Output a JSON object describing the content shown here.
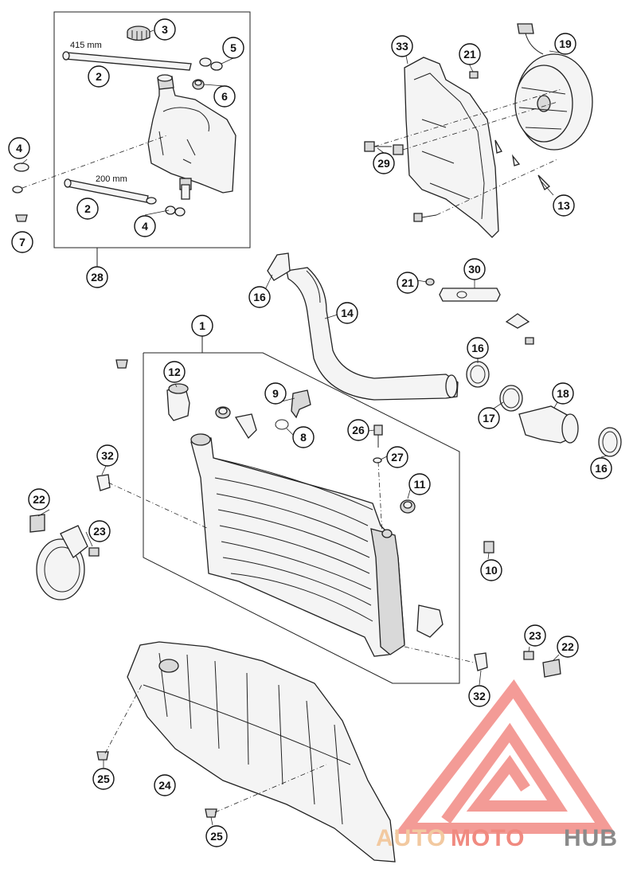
{
  "dimensions": {
    "hose_top": "415 mm",
    "hose_bottom": "200 mm"
  },
  "callouts": {
    "c1": "1",
    "c2a": "2",
    "c2b": "2",
    "c3": "3",
    "c4a": "4",
    "c4b": "4",
    "c5": "5",
    "c6": "6",
    "c7": "7",
    "c8": "8",
    "c9": "9",
    "c10": "10",
    "c11": "11",
    "c12": "12",
    "c13": "13",
    "c14": "14",
    "c16a": "16",
    "c16b": "16",
    "c16c": "16",
    "c17": "17",
    "c18": "18",
    "c19": "19",
    "c21a": "21",
    "c21b": "21",
    "c22a": "22",
    "c22b": "22",
    "c23a": "23",
    "c23b": "23",
    "c24": "24",
    "c25a": "25",
    "c25b": "25",
    "c26": "26",
    "c27": "27",
    "c28": "28",
    "c29": "29",
    "c30": "30",
    "c32a": "32",
    "c32b": "32",
    "c33": "33"
  },
  "watermark": {
    "part1": "AUTO",
    "part2": "MOTO",
    "part3": "HUB",
    "color1": "#f2c9a0",
    "color2": "#f08a80",
    "color3": "#8a8a8a",
    "logo_color": "#f07a74"
  }
}
